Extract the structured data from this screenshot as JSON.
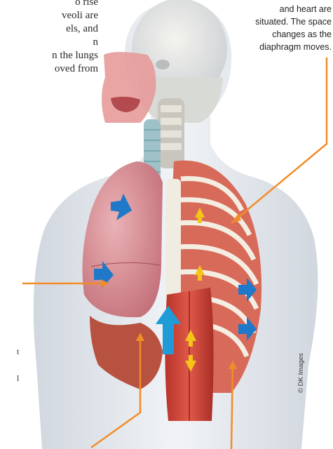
{
  "caption_left": {
    "line1": "o rise",
    "line2": "veoli are",
    "line3": "els, and",
    "line4": "n",
    "line5": "n the lungs",
    "line6": "oved from"
  },
  "caption_right": {
    "line1": "and heart are",
    "line2": "situated. The space",
    "line3": "changes as the",
    "line4": "diaphragm moves."
  },
  "fragments": {
    "frag1": "t",
    "frag2": "l"
  },
  "credit": "© DK Images",
  "colors": {
    "annotation_line": "#f28c28",
    "airflow_arrow": "#1f78c8",
    "muscle_arrow": "#f5c518",
    "lung": "#d98b92",
    "body": "#dde3ea"
  }
}
